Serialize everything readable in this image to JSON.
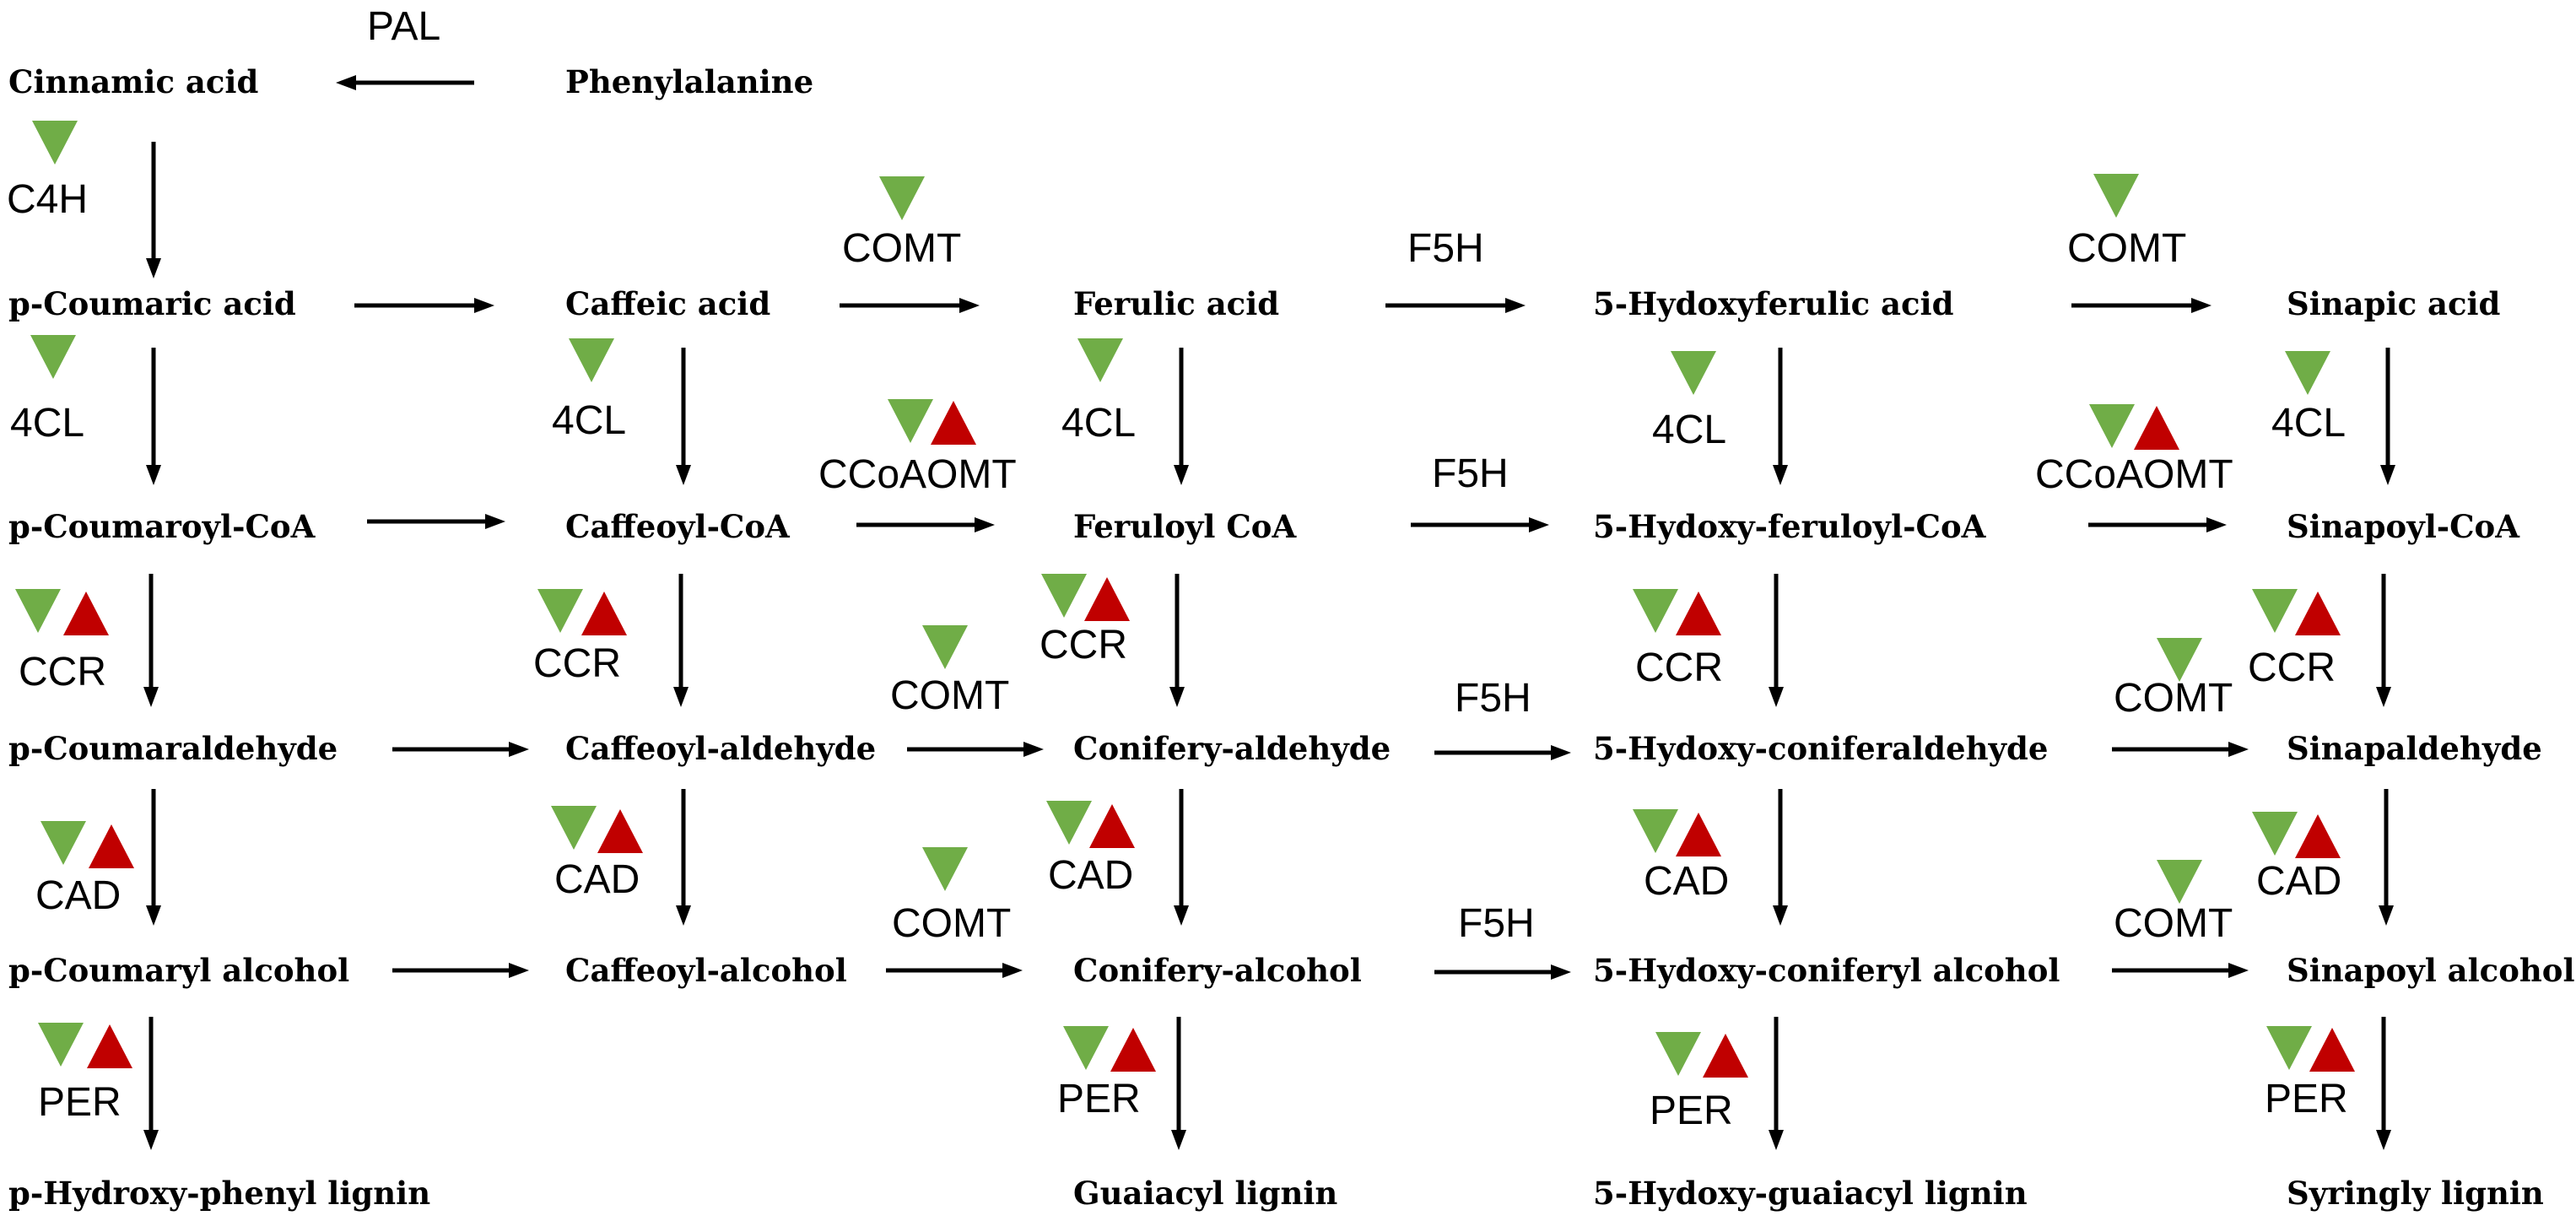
{
  "colors": {
    "down_regulated": "#70ad47",
    "up_regulated": "#c00000",
    "arrow": "#000000",
    "text": "#000000"
  },
  "compounds": {
    "cinnamic_acid": "Cinnamic acid",
    "phenylalanine": "Phenylalanine",
    "p_coumaric_acid": "p-Coumaric acid",
    "caffeic_acid": "Caffeic acid",
    "ferulic_acid": "Ferulic acid",
    "hydroxyferulic_acid": "5-Hydoxyferulic acid",
    "sinapic_acid": "Sinapic acid",
    "p_coumaroyl_coa": "p-Coumaroyl-CoA",
    "caffeoyl_coa": "Caffeoyl-CoA",
    "feruloyl_coa": "Feruloyl CoA",
    "hydroxy_feruloyl_coa": "5-Hydoxy-feruloyl-CoA",
    "sinapoyl_coa": "Sinapoyl-CoA",
    "p_coumaraldehyde": "p-Coumaraldehyde",
    "caffeoyl_aldehyde": "Caffeoyl-aldehyde",
    "conifery_aldehyde": "Conifery-aldehyde",
    "hydroxy_coniferaldehyde": "5-Hydoxy-coniferaldehyde",
    "sinapaldehyde": "Sinapaldehyde",
    "p_coumaryl_alcohol": "p-Coumaryl alcohol",
    "caffeoyl_alcohol": "Caffeoyl-alcohol",
    "conifery_alcohol": "Conifery-alcohol",
    "hydroxy_coniferyl_alcohol": "5-Hydoxy-coniferyl alcohol",
    "sinapoyl_alcohol": "Sinapoyl alcohol",
    "p_hydroxyphenyl_lignin": "p-Hydroxy-phenyl lignin",
    "guaiacyl_lignin": "Guaiacyl lignin",
    "hydroxy_guaiacyl_lignin": "5-Hydoxy-guaiacyl lignin",
    "syringly_lignin": "Syringly lignin"
  },
  "enzymes": {
    "pal": "PAL",
    "c4h": "C4H",
    "comt_1": "COMT",
    "f5h_1": "F5H",
    "comt_2": "COMT",
    "cl4_1": "4CL",
    "cl4_2": "4CL",
    "ccoaomt_1": "CCoAOMT",
    "cl4_3": "4CL",
    "cl4_4": "4CL",
    "ccoaomt_2": "CCoAOMT",
    "cl4_5": "4CL",
    "f5h_2": "F5H",
    "ccr_1": "CCR",
    "ccr_2": "CCR",
    "comt_3": "COMT",
    "ccr_3": "CCR",
    "f5h_3": "F5H",
    "ccr_4": "CCR",
    "comt_4": "COMT",
    "ccr_5": "CCR",
    "cad_1": "CAD",
    "cad_2": "CAD",
    "comt_5": "COMT",
    "cad_3": "CAD",
    "f5h_4": "F5H",
    "cad_4": "CAD",
    "comt_6": "COMT",
    "cad_5": "CAD",
    "per_1": "PER",
    "per_2": "PER",
    "per_3": "PER",
    "per_4": "PER"
  }
}
